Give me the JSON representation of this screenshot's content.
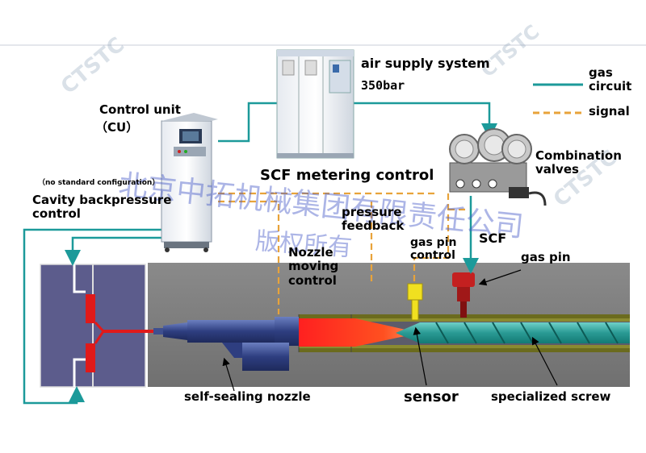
{
  "colors": {
    "gas_circuit": "#1c9a9a",
    "signal": "#e8a33a",
    "mold": "#5c5c8c",
    "barrel": "#7a7a7a",
    "barrel_band": "#6b6b1e",
    "melt": "#e02020",
    "screw": "#2fa8a0",
    "nozzle": "#3f4f8f",
    "sensor": "#f0e020",
    "gas_pin": "#c42020",
    "watermark": "#4a5ac8"
  },
  "legend": {
    "gas_circuit": "gas circuit",
    "signal": "signal"
  },
  "labels": {
    "air_supply": "air supply system",
    "pressure": "350bar",
    "control_unit": "Control unit",
    "cu": "（CU）",
    "no_standard": "（no standard configuration）",
    "cavity_backpressure": "Cavity backpressure control",
    "scf_metering": "SCF metering control",
    "pressure_feedback": "pressure feedback",
    "gas_pin_control": "gas pin control",
    "scf": "SCF",
    "gas_pin": "gas pin",
    "nozzle_moving": "Nozzle moving control",
    "combination_valves": "Combination valves",
    "self_sealing": "self-sealing nozzle",
    "sensor": "sensor",
    "specialized_screw": "specialized screw"
  },
  "watermarks": {
    "cn_line1": "北京中拓机械集团有限责任公司",
    "cn_line2": "版权所有",
    "ctstc": "CTSTC"
  },
  "icons": {
    "air_supply_cabinet": "cabinet-icon",
    "control_unit": "control-console-icon",
    "combination_valves": "valve-manifold-icon"
  }
}
